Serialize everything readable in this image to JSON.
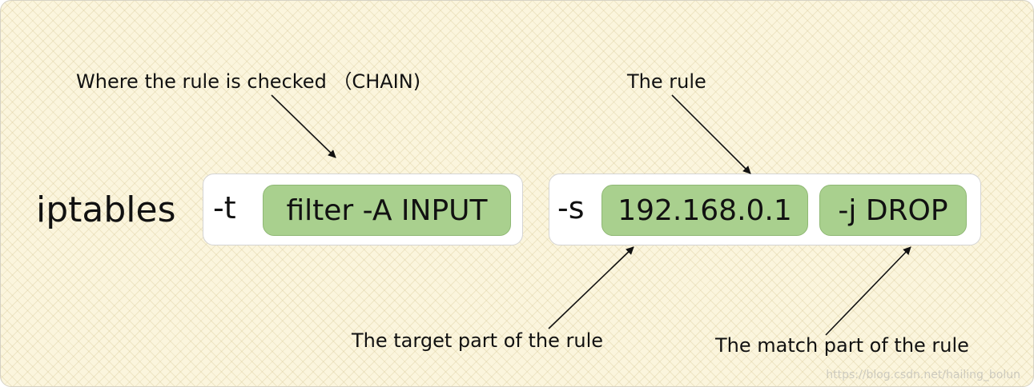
{
  "command": "iptables",
  "segment1": {
    "flag": "-t",
    "value": "filter -A INPUT"
  },
  "segment2": {
    "flag": "-s",
    "source": "192.168.0.1",
    "jump": "-j DROP"
  },
  "labels": {
    "chain": "Where the rule is checked （CHAIN)",
    "rule": "The rule",
    "target": "The target part of the rule",
    "match": "The match part of the rule"
  },
  "watermark": "https://blog.csdn.net/hailing_bolun",
  "colors": {
    "background": "#fbf5dd",
    "pill": "#a9d08e",
    "box": "#ffffff",
    "text": "#111111"
  }
}
